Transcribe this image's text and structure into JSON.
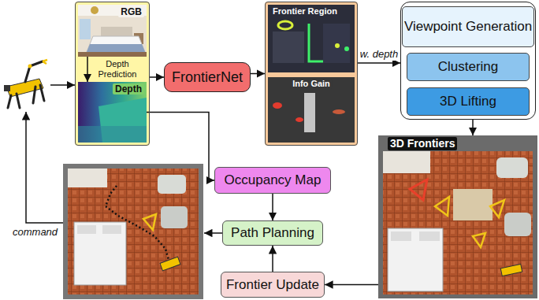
{
  "diagram": {
    "nodes": [
      {
        "text": []
      },
      {
        "text": [
          "RGB"
        ],
        "in": 0
      },
      {
        "text": [
          "Depth"
        ],
        "in": 0
      },
      {
        "text": [
          "FrontierNet"
        ]
      },
      {
        "text": []
      },
      {
        "text": [
          "Frontier Region"
        ],
        "in": 4
      },
      {
        "text": [
          "Info Gain"
        ],
        "in": 4
      },
      {
        "text": []
      },
      {
        "text": [
          "Viewpoint Generation"
        ],
        "in": 7
      },
      {
        "text": [
          "Clustering"
        ],
        "in": 7
      },
      {
        "text": [
          "3D Lifting"
        ],
        "in": 7
      },
      {
        "text": [
          "3D Frontiers"
        ]
      },
      {
        "text": [
          "Occupancy Map"
        ]
      },
      {
        "text": [
          "Path Planning"
        ]
      },
      {
        "text": [
          "Frontier Update"
        ]
      }
    ],
    "edges": [
      {
        "from": 1,
        "to": 2,
        "label": "Depth Prediction",
        "arrow": "to"
      },
      {
        "from": 0,
        "to": 3,
        "arrow": "to"
      },
      {
        "from": 2,
        "to": 12,
        "arrow": "to"
      },
      {
        "from": 3,
        "to": 4,
        "arrow": "to"
      },
      {
        "from": 4,
        "to": 7,
        "label": "w. depth",
        "arrow": "to"
      },
      {
        "from": 7,
        "to": 11,
        "arrow": "to"
      },
      {
        "from": 11,
        "to": 14,
        "arrow": "to"
      },
      {
        "from": 12,
        "to": 13,
        "arrow": "to"
      },
      {
        "from": 14,
        "to": 13,
        "arrow": "to"
      }
    ],
    "labels": [
      "command"
    ]
  }
}
